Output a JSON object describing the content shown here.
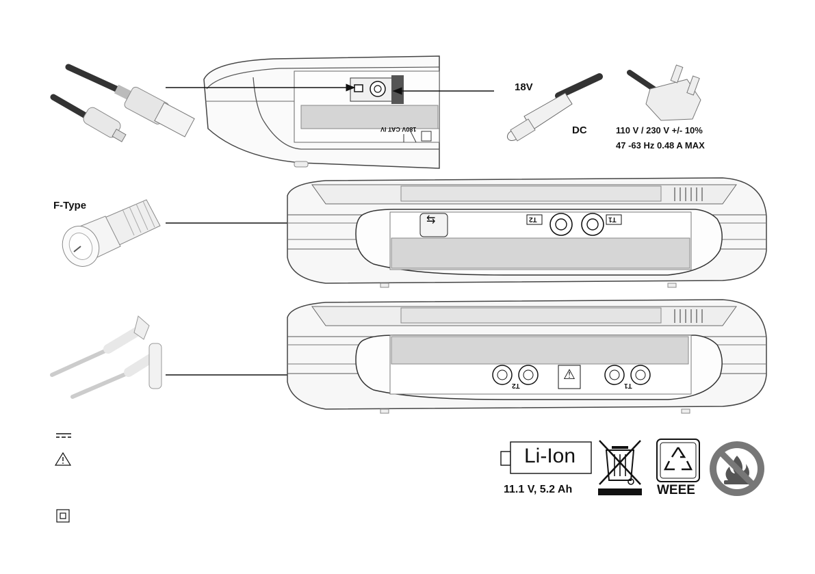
{
  "top_panel": {
    "port_label": "18V",
    "cat_label": "CAT IV",
    "cat_voltage": "180V"
  },
  "power": {
    "voltage_label": "18V",
    "dc_label": "DC",
    "spec_line1": "110 V / 230 V  +/- 10%",
    "spec_line2": "47 -63 Hz 0.48 A MAX"
  },
  "ftype_label": "F-Type",
  "device_panel_1": {
    "port_t1": "T1",
    "port_t2": "T2"
  },
  "device_panel_2": {
    "port_t1": "T1",
    "port_t2": "T2"
  },
  "battery": {
    "chemistry": "Li-Ion",
    "spec": "11.1 V, 5.2 Ah"
  },
  "weee_label": "WEEE",
  "icons": [
    "dc-symbol-icon",
    "warning-triangle-icon",
    "double-insulation-icon",
    "usb-icon",
    "recycle-icon",
    "crossed-bin-icon",
    "no-fire-icon"
  ]
}
